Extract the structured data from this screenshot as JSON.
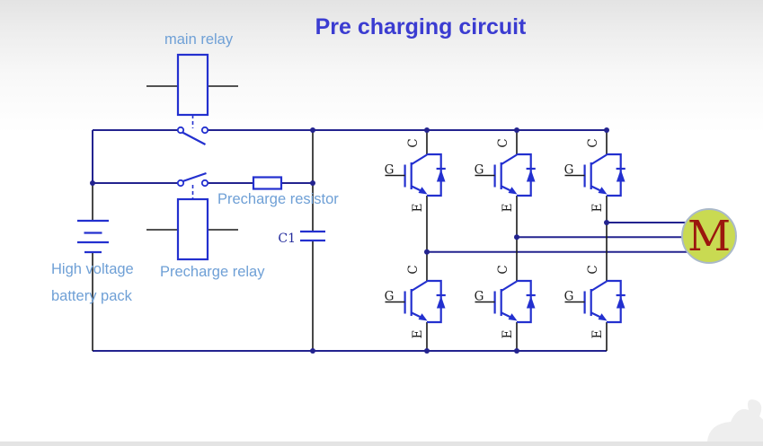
{
  "title": "Pre charging circuit",
  "labels": {
    "main_relay": "main relay",
    "precharge_resistor": "Precharge resistor",
    "precharge_relay": "Precharge relay",
    "battery_line1": "High voltage",
    "battery_line2": "battery pack",
    "capacitor": "C1",
    "motor": "M"
  },
  "igbt": {
    "gate": "G",
    "collector": "C",
    "emitter": "E"
  },
  "colors": {
    "title": "#3b3cd1",
    "label": "#6fa0d6",
    "component_blue": "#2330cf",
    "wire_navy": "#23238f",
    "wire_black": "#1a1a1a",
    "motor_fill": "#c9da52",
    "motor_border": "#aab9c9",
    "motor_letter": "#9b170e"
  }
}
